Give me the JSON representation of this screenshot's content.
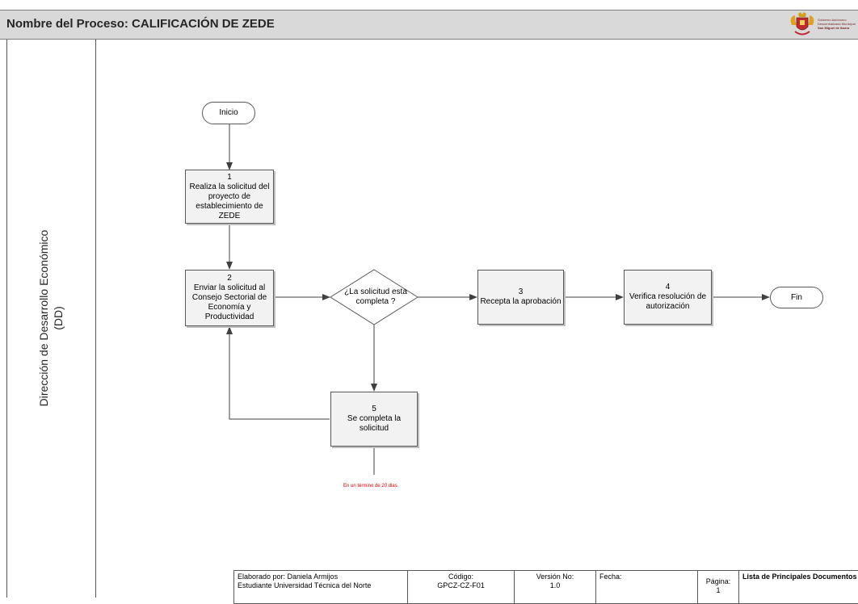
{
  "header": {
    "title": "Nombre del Proceso: CALIFICACIÓN DE ZEDE",
    "logo_text": [
      "Gobierno Autónomo",
      "Descentralizado Municipal",
      "San Miguel de Ibarra"
    ]
  },
  "lane": {
    "name": "Dirección de Desarrollo Económico",
    "abbr": "(DD)"
  },
  "nodes": {
    "start": "Inicio",
    "step1": {
      "num": "1",
      "label": "Realiza la solicitud del proyecto de establecimiento de ZEDE"
    },
    "step2": {
      "num": "2",
      "label": "Enviar la solicitud al Consejo Sectorial de Economía y Productividad"
    },
    "decision": "¿La solicitud esta completa ?",
    "step3": {
      "num": "3",
      "label": "Recepta la aprobación"
    },
    "step4": {
      "num": "4",
      "label": "Verifica resolución de autorización"
    },
    "step5": {
      "num": "5",
      "label": "Se completa la solicitud"
    },
    "end": "Fin"
  },
  "annotation": "En un término de 20 dias",
  "footer": {
    "elaborado_line1": "Elaborado por: Daniela Armijos",
    "elaborado_line2": "Estudiante Universidad Técnica del Norte",
    "codigo_label": "Código:",
    "codigo_value": "GPCZ-CZ-F01",
    "version_label": "Versión No:",
    "version_value": "1.0",
    "fecha_label": "Fecha:",
    "pagina_label": "Página:",
    "pagina_value": "1",
    "documentos_label": "Lista de Principales Documentos"
  },
  "colors": {
    "header_bg": "#d9d9d9",
    "process_fill": "#f2f2f2",
    "line": "#404040",
    "note": "#e00000"
  }
}
